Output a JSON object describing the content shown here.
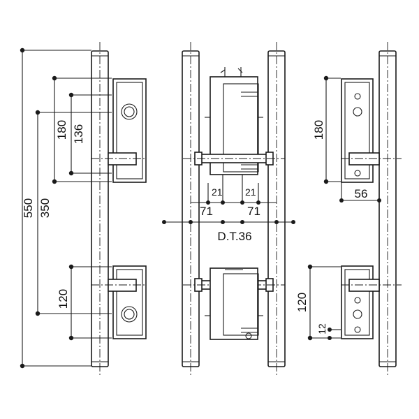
{
  "dimensions": {
    "overall_length": "550",
    "grip_span": "350",
    "lock_outer": "180",
    "lock_inner": "136",
    "lower_lock": "120",
    "offset_left": "21",
    "offset_right": "21",
    "spindle_left": "71",
    "spindle_right": "71",
    "door_thickness": "D.T.36",
    "right_upper": "180",
    "right_depth": "56",
    "right_lower": "120",
    "right_small": "12"
  },
  "colors": {
    "line": "#1a1a1a",
    "background": "#ffffff"
  }
}
